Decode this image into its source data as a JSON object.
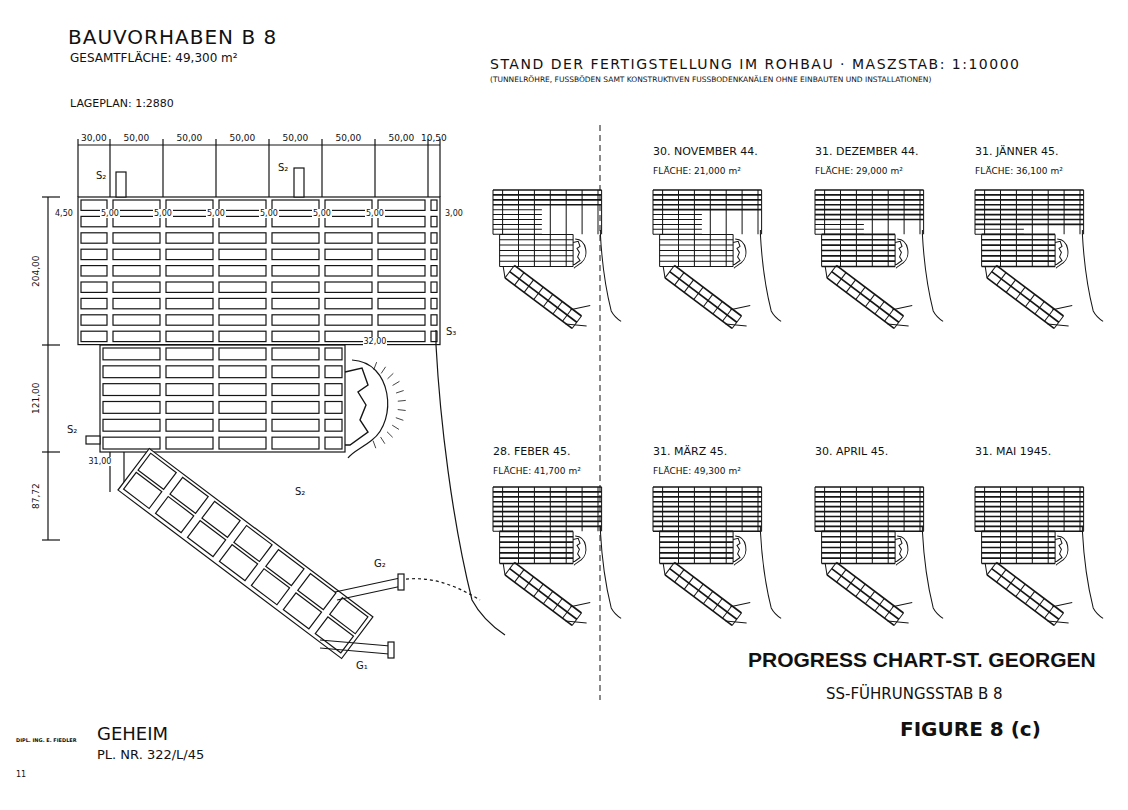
{
  "diagram": {
    "title": "BAUVORHABEN B 8",
    "caption": "FIGURE 8 (c)",
    "labels": [
      "GESAMTFLÄCHE: 49,300 m²",
      "LAGEPLAN: 1:2880",
      "30,00",
      "50,00",
      "50,00",
      "50,00",
      "50,00",
      "50,00",
      "50,00",
      "10,50",
      "4,50",
      "5,00",
      "5,00",
      "5,00",
      "5,00",
      "5,00",
      "5,00",
      "3,00",
      "204,00",
      "121,00",
      "87,72",
      "31,00",
      "32,00",
      "S₂",
      "S₂",
      "S₂",
      "S₃",
      "S₂",
      "G₂",
      "G₁",
      "STAND DER FERTIGSTELLUNG IM ROHBAU · MASZSTAB: 1:10000",
      "(TUNNELRÖHRE, FUSSBÖDEN SAMT KONSTRUKTIVEN FUSSBODENKANÄLEN OHNE EINBAUTEN UND INSTALLATIONEN)",
      "30. NOVEMBER 44.",
      "FLÄCHE: 21,000 m²",
      "31. DEZEMBER 44.",
      "FLÄCHE: 29,000 m²",
      "31. JÄNNER 45.",
      "FLÄCHE: 36,100 m²",
      "28. FEBER 45.",
      "FLÄCHE: 41,700 m²",
      "31. MÄRZ 45.",
      "FLÄCHE: 49,300 m²",
      "30. APRIL 45.",
      "31. MAI 1945.",
      "PROGRESS CHART-ST. GEORGEN",
      "SS-FÜHRUNGSSTAB B 8",
      "DIPL. ING. E. FIEDLER",
      "GEHEIM",
      "PL. NR. 322/L/45",
      "11"
    ]
  }
}
